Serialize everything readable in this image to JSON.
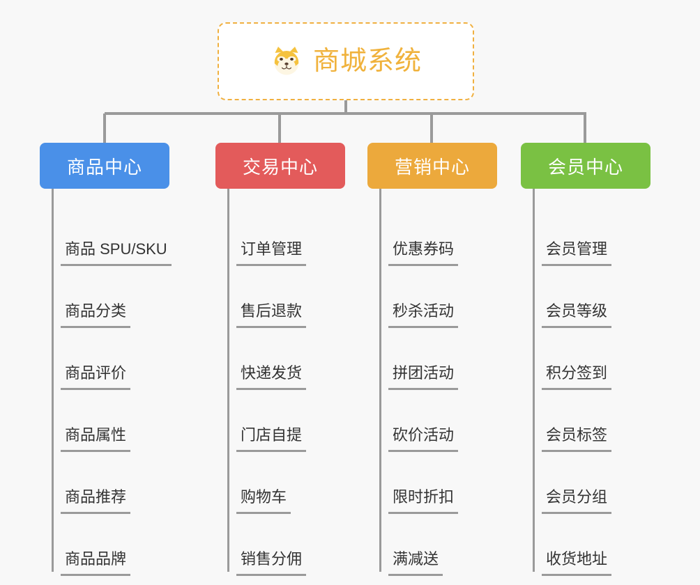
{
  "root": {
    "title": "商城系统",
    "icon": "dog-face-emoji",
    "border_color": "#f0b040",
    "text_color": "#f0b23c",
    "background": "#ffffff"
  },
  "canvas": {
    "background": "#f8f8f8",
    "connector_color": "#9a9a9a"
  },
  "columns": [
    {
      "id": "product-center",
      "label": "商品中心",
      "color": "#4a90e8",
      "items": [
        "商品 SPU/SKU",
        "商品分类",
        "商品评价",
        "商品属性",
        "商品推荐",
        "商品品牌"
      ]
    },
    {
      "id": "trade-center",
      "label": "交易中心",
      "color": "#e35b5b",
      "items": [
        "订单管理",
        "售后退款",
        "快递发货",
        "门店自提",
        "购物车",
        "销售分佣"
      ]
    },
    {
      "id": "marketing-center",
      "label": "营销中心",
      "color": "#eca93c",
      "items": [
        "优惠券码",
        "秒杀活动",
        "拼团活动",
        "砍价活动",
        "限时折扣",
        "满减送"
      ]
    },
    {
      "id": "member-center",
      "label": "会员中心",
      "color": "#7ac143",
      "items": [
        "会员管理",
        "会员等级",
        "积分签到",
        "会员标签",
        "会员分组",
        "收货地址"
      ]
    }
  ]
}
